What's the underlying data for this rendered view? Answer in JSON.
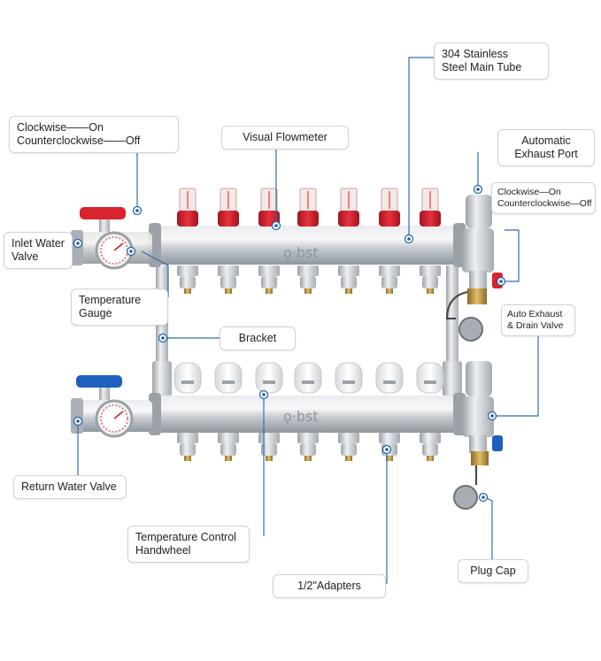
{
  "brand_text": "ǫ·bst",
  "callouts": {
    "stainless_tube": [
      "304 Stainless",
      "Steel Main Tube"
    ],
    "supply_valve_direction": [
      "Clockwise——On",
      "Counterclockwise——Off"
    ],
    "visual_flowmeter": [
      "Visual Flowmeter"
    ],
    "automatic_exhaust_port": [
      "Automatic",
      "Exhaust Port"
    ],
    "exhaust_valve_direction": [
      "Clockwise—On",
      "Counterclockwise—Off"
    ],
    "inlet_water_valve": [
      "Inlet Water",
      "Valve"
    ],
    "temperature_gauge": [
      "Temperature",
      "Gauge"
    ],
    "auto_exhaust_drain": [
      "Auto Exhaust",
      "& Drain Valve"
    ],
    "bracket": [
      "Bracket"
    ],
    "return_water_valve": [
      "Return Water Valve"
    ],
    "temperature_control_handwheel": [
      "Temperature Control",
      "Handwheel"
    ],
    "adapters": [
      "1/2\"Adapters"
    ],
    "plug_cap": [
      "Plug Cap"
    ]
  },
  "colors": {
    "line": "#2f6fb0",
    "dot": "#1e5fa8",
    "steel": "#c9ced3",
    "flowmeter_red": "#d41e2b",
    "valve_red": "#d9232e",
    "valve_blue": "#1f5fbf",
    "brass": "#c89a3c"
  },
  "icons": [
    "callout-dot-icon",
    "gauge-dial-icon"
  ]
}
